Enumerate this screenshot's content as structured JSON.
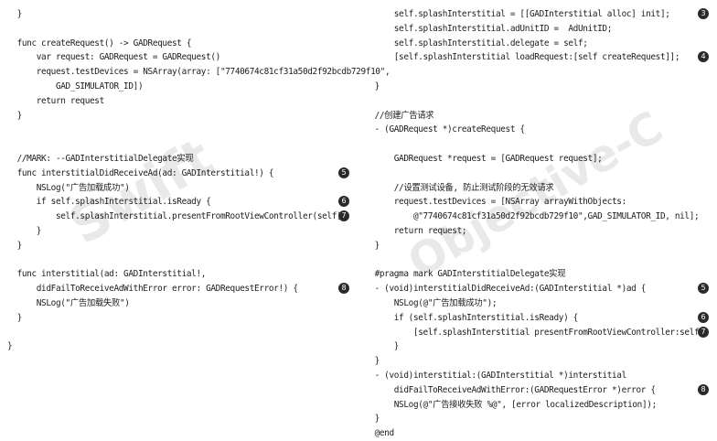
{
  "watermarks": {
    "left": "Swift",
    "right": "Objective-C"
  },
  "left_lines": [
    {
      "text": "  }"
    },
    {
      "text": ""
    },
    {
      "text": "  func createRequest() -> GADRequest {"
    },
    {
      "text": "      var request: GADRequest = GADRequest()"
    },
    {
      "text": "      request.testDevices = NSArray(array: [\"7740674c81cf31a50d2f92bcdb729f10\","
    },
    {
      "text": "          GAD_SIMULATOR_ID])"
    },
    {
      "text": "      return request"
    },
    {
      "text": "  }"
    },
    {
      "text": ""
    },
    {
      "text": ""
    },
    {
      "text": "  //MARK: --GADInterstitialDelegate实现"
    },
    {
      "text": "  func interstitialDidReceiveAd(ad: GADInterstitial!) {",
      "marker": "5"
    },
    {
      "text": "      NSLog(\"广告加载成功\")"
    },
    {
      "text": "      if self.splashInterstitial.isReady {",
      "marker": "6"
    },
    {
      "text": "          self.splashInterstitial.presentFromRootViewController(self)",
      "marker": "7"
    },
    {
      "text": "      }"
    },
    {
      "text": "  }"
    },
    {
      "text": ""
    },
    {
      "text": "  func interstitial(ad: GADInterstitial!,"
    },
    {
      "text": "      didFailToReceiveAdWithError error: GADRequestError!) {",
      "marker": "8"
    },
    {
      "text": "      NSLog(\"广告加载失败\")"
    },
    {
      "text": "  }"
    },
    {
      "text": ""
    },
    {
      "text": "}"
    }
  ],
  "right_lines": [
    {
      "text": "      self.splashInterstitial = [[GADInterstitial alloc] init];",
      "marker": "3"
    },
    {
      "text": "      self.splashInterstitial.adUnitID =  AdUnitID;"
    },
    {
      "text": "      self.splashInterstitial.delegate = self;"
    },
    {
      "text": "      [self.splashInterstitial loadRequest:[self createRequest]];",
      "marker": "4"
    },
    {
      "text": ""
    },
    {
      "text": "  }"
    },
    {
      "text": ""
    },
    {
      "text": "  //创建广告请求"
    },
    {
      "text": "  - (GADRequest *)createRequest {"
    },
    {
      "text": ""
    },
    {
      "text": "      GADRequest *request = [GADRequest request];"
    },
    {
      "text": ""
    },
    {
      "text": "      //设置测试设备, 防止测试阶段的无效请求"
    },
    {
      "text": "      request.testDevices = [NSArray arrayWithObjects:"
    },
    {
      "text": "          @\"7740674c81cf31a50d2f92bcdb729f10\",GAD_SIMULATOR_ID, nil];"
    },
    {
      "text": "      return request;"
    },
    {
      "text": "  }"
    },
    {
      "text": ""
    },
    {
      "text": "  #pragma mark GADInterstitialDelegate实现"
    },
    {
      "text": "  - (void)interstitialDidReceiveAd:(GADInterstitial *)ad {",
      "marker": "5"
    },
    {
      "text": "      NSLog(@\"广告加载成功\");"
    },
    {
      "text": "      if (self.splashInterstitial.isReady) {",
      "marker": "6"
    },
    {
      "text": "          [self.splashInterstitial presentFromRootViewController:self];",
      "marker": "7"
    },
    {
      "text": "      }"
    },
    {
      "text": "  }"
    },
    {
      "text": "  - (void)interstitial:(GADInterstitial *)interstitial"
    },
    {
      "text": "      didFailToReceiveAdWithError:(GADRequestError *)error {",
      "marker": "8"
    },
    {
      "text": "      NSLog(@\"广告接收失败 %@\", [error localizedDescription]);"
    },
    {
      "text": "  }"
    },
    {
      "text": "  @end"
    }
  ]
}
